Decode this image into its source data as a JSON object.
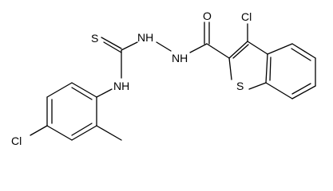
{
  "molecule": {
    "atoms": {
      "s_thione": "S",
      "nh_right": "NH",
      "nh_left": "NH",
      "o": "O",
      "cl_ring": "Cl",
      "s_ring": "S",
      "nh_aryl": "NH",
      "cl_aryl": "Cl"
    }
  }
}
